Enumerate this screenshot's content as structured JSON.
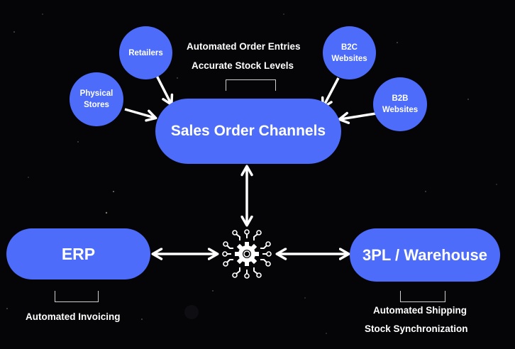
{
  "hub": {
    "title": "Sales Order Channels",
    "benefits": [
      "Automated Order Entries",
      "Accurate Stock Levels"
    ]
  },
  "sources": [
    {
      "id": "retailers",
      "label": "Retailers"
    },
    {
      "id": "physical-stores",
      "label": "Physical Stores",
      "lines": [
        "Physical",
        "Stores"
      ]
    },
    {
      "id": "b2c-websites",
      "label": "B2C Websites",
      "lines": [
        "B2C",
        "Websites"
      ]
    },
    {
      "id": "b2b-websites",
      "label": "B2B Websites",
      "lines": [
        "B2B",
        "Websites"
      ]
    }
  ],
  "integration": {
    "icon": "gear-circuit-icon"
  },
  "erp": {
    "title": "ERP",
    "benefits": [
      "Automated Invoicing"
    ]
  },
  "warehouse": {
    "title": "3PL / Warehouse",
    "benefits": [
      "Automated Shipping",
      "Stock Synchronization"
    ]
  },
  "colors": {
    "node": "#4d6cfa",
    "background": "#050508",
    "text": "#ffffff"
  }
}
